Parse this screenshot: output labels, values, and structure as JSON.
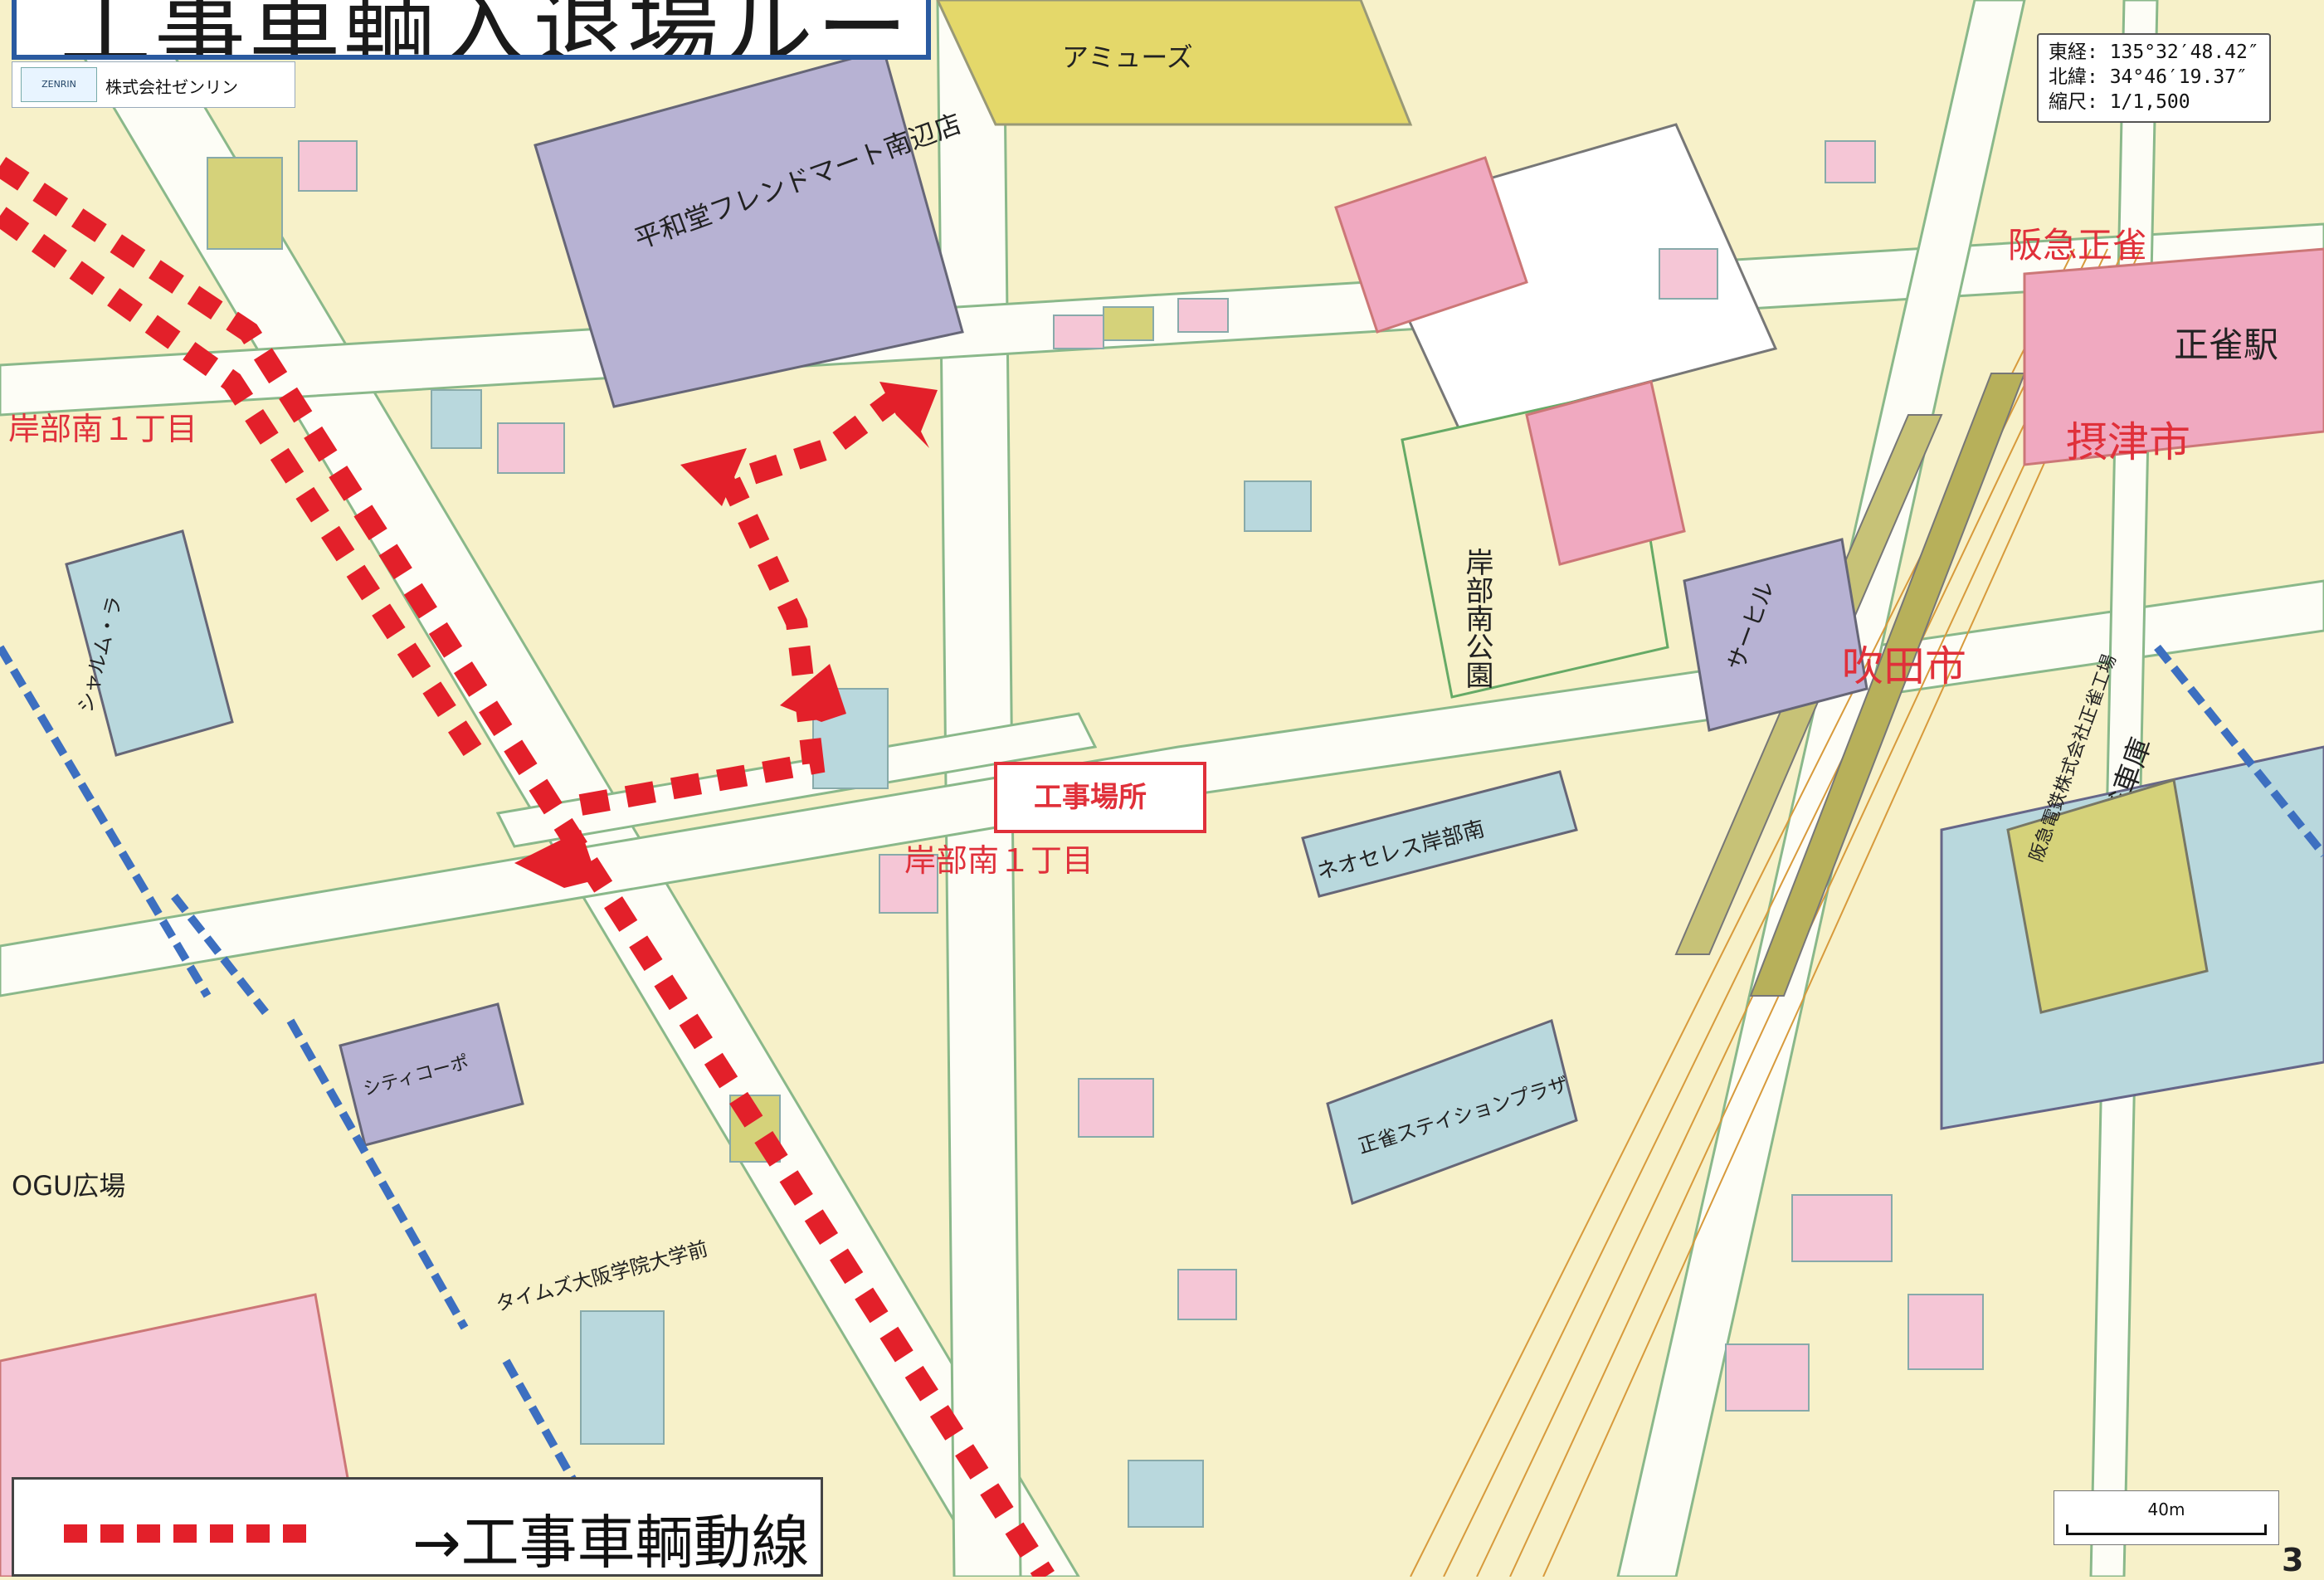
{
  "title": "工事車輌入退場ルート",
  "logo": {
    "company": "株式会社ゼンリン"
  },
  "coords": {
    "lon": "東経: 135°32′48.42″",
    "lat": "北緯:  34°46′19.37″",
    "scale": "縮尺: 1/1,500"
  },
  "scalebar": {
    "label": "40m"
  },
  "legend": {
    "text": "→工事車輌動線"
  },
  "page_number": "3",
  "labels": {
    "construction_site": "工事場所",
    "area_kishibe_1": "岸部南１丁目",
    "area_kishibe_2": "岸部南１丁目",
    "suita": "吹田市",
    "settsu": "摂津市",
    "hankyu": "阪急正雀",
    "station": "正雀駅",
    "park": "岸部南公園",
    "friend_mart": "平和堂フレンドマート南辺店",
    "amusement": "アミューズ",
    "ogu_plaza": "OGU広場",
    "neo_seres": "ネオセレス岸部南",
    "shojaku_station_plaza": "正雀ステイションプラザ",
    "sunhill": "サーヒル",
    "hankyu_depot": "阪急電鉄正雀車庫",
    "hankyu_works": "阪急電鉄株式会社正雀工場",
    "times": "タイムズ大阪学院大学前",
    "sanbake": "シャルム・ラ",
    "city_copo": "シティコーポ"
  },
  "colors": {
    "route": "#e3202a",
    "road": "#ffffff",
    "land": "#f7f1c9",
    "pink": "#f5c6d6",
    "blue": "#b9d8dd",
    "olive": "#d5d27a",
    "rail": "#b7b05a",
    "label_red": "#e0303a",
    "title_border": "#2a5aa0"
  },
  "icons": [
    "arrow-icon",
    "parking-icon"
  ]
}
